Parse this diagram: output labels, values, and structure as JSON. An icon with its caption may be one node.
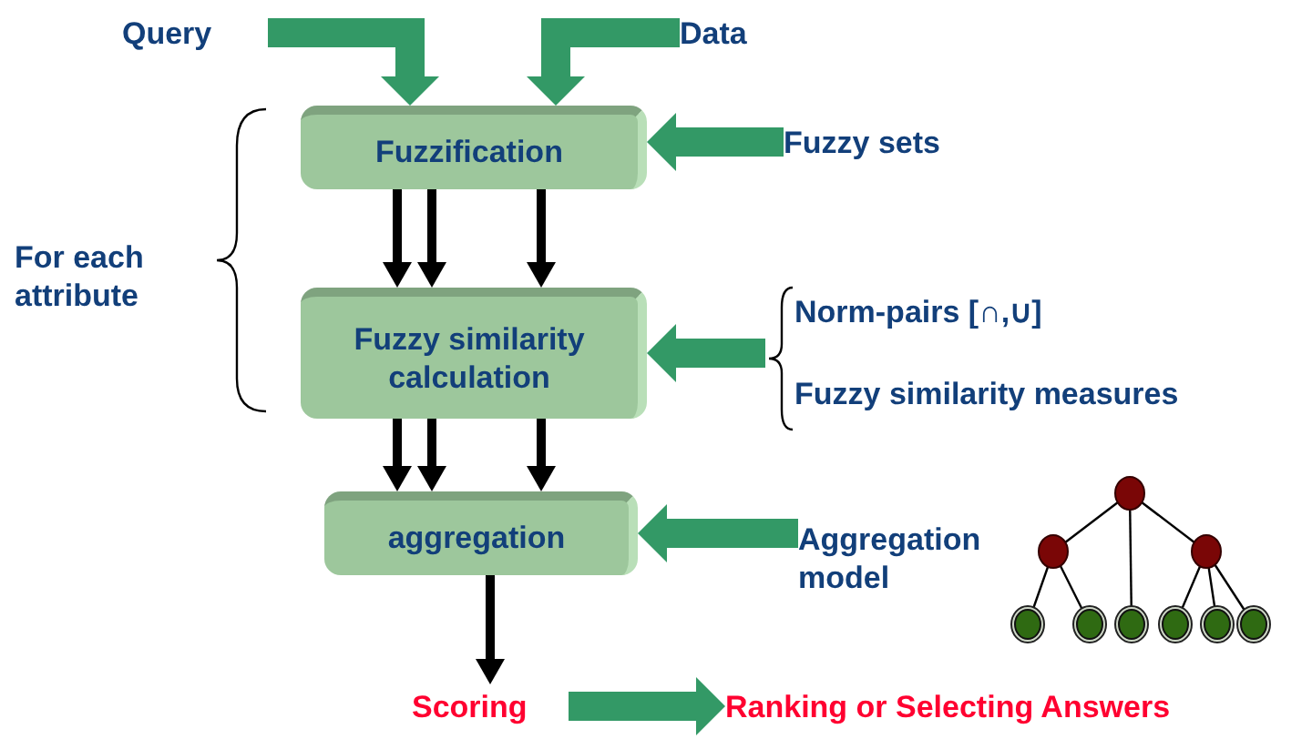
{
  "diagram": {
    "nodes": [
      {
        "text": [
          "Query"
        ]
      },
      {
        "text": [
          "Data"
        ]
      },
      {
        "text": [
          "Fuzzification"
        ]
      },
      {
        "text": [
          "Fuzzy sets"
        ]
      },
      {
        "text": [
          "Fuzzy similarity calculation"
        ]
      },
      {
        "text": [
          "Norm-pairs [∩,∪]"
        ]
      },
      {
        "text": [
          "Fuzzy similarity measures"
        ]
      },
      {
        "text": [],
        "shape": "bracket"
      },
      {
        "text": [
          "aggregation"
        ]
      },
      {
        "text": [
          "Aggregation model"
        ]
      },
      {
        "text": [
          "Scoring"
        ]
      },
      {
        "text": [
          "Ranking or Selecting Answers"
        ]
      }
    ],
    "edges": [
      {
        "from": 0,
        "to": 2,
        "arrow": "to",
        "style": "thick",
        "color": "#339966"
      },
      {
        "from": 1,
        "to": 2,
        "arrow": "to",
        "style": "thick",
        "color": "#339966"
      },
      {
        "from": 3,
        "to": 2,
        "arrow": "to",
        "style": "thick",
        "color": "#339966"
      },
      {
        "from": 2,
        "to": 4,
        "arrow": "to"
      },
      {
        "from": 2,
        "to": 4,
        "arrow": "to"
      },
      {
        "from": 2,
        "to": 4,
        "arrow": "to"
      },
      {
        "from": 7,
        "to": 4,
        "arrow": "to",
        "style": "thick",
        "color": "#339966"
      },
      {
        "from": 4,
        "to": 8,
        "arrow": "to"
      },
      {
        "from": 4,
        "to": 8,
        "arrow": "to"
      },
      {
        "from": 4,
        "to": 8,
        "arrow": "to"
      },
      {
        "from": 9,
        "to": 8,
        "arrow": "to",
        "style": "thick",
        "color": "#339966"
      },
      {
        "from": 8,
        "to": 10,
        "arrow": "to"
      },
      {
        "from": 10,
        "to": 11,
        "arrow": "to",
        "style": "thick",
        "color": "#339966"
      }
    ],
    "labels": [
      "For each attribute"
    ]
  }
}
